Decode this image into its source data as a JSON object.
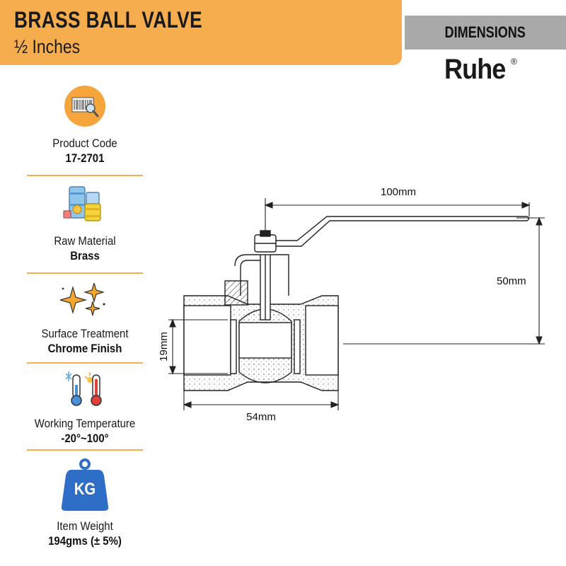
{
  "header": {
    "title": "BRASS BALL VALVE",
    "subtitle": "½ Inches",
    "dimensions_label": "DIMENSIONS",
    "brand": "Ruhe",
    "brand_mark": "®"
  },
  "features": [
    {
      "icon": "barcode-icon",
      "label": "Product Code",
      "value": "17-2701"
    },
    {
      "icon": "material-barrels-icon",
      "label": "Raw Material",
      "value": "Brass"
    },
    {
      "icon": "sparkle-icon",
      "label": "Surface Treatment",
      "value": "Chrome Finish"
    },
    {
      "icon": "thermometer-icon",
      "label": "Working Temperature",
      "value": "-20°~100°"
    },
    {
      "icon": "weight-icon",
      "label": "Item Weight",
      "value": "194gms (± 5%)",
      "badge": "KG"
    }
  ],
  "dimensions": {
    "handle_length": "100mm",
    "height": "50mm",
    "bore": "19mm",
    "body_length": "54mm"
  },
  "colors": {
    "accent": "#f6ad4e",
    "banner_gray": "#a9a9a9",
    "icon_orange": "#f6a53c",
    "weight_blue": "#2f6ec7"
  }
}
